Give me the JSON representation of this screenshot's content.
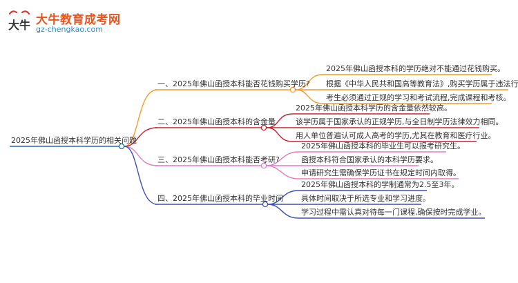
{
  "brand": {
    "title": "大牛教育成考网",
    "url": "gz-chengkao.com",
    "mark_text": "大牛",
    "colors": {
      "title": "#e8551f",
      "url": "#2a86c9",
      "mark": "#333333",
      "mark_accent": "#e23b3b"
    }
  },
  "root": {
    "label": "2025年佛山函授本科学历的相关问题",
    "color": "#1e6fa8"
  },
  "branches": [
    {
      "label": "一、2025年佛山函授本科能否花钱购买学历?",
      "color": "#f39a2a",
      "leaves": [
        "2025年佛山函授本科的学历绝对不能通过花钱购买。",
        "根据《中华人民共和国高等教育法》,购买学历属于违法行为。",
        "考生必须通过正规的学习和考试流程,完成课程和考核。"
      ]
    },
    {
      "label": "二、2025年佛山函授本科的含金量",
      "color": "#c8202e",
      "leaves": [
        "2025年佛山函授本科学历的含金量依然较高。",
        "该学历属于国家承认的正规学历,与全日制学历法律效力相同。",
        "用人单位普遍认可成人高考的学历,尤其在教育和医疗行业。"
      ]
    },
    {
      "label": "三、2025年佛山函授本科能否考研?",
      "color": "#e27bc6",
      "leaves": [
        "2025年佛山函授本科的毕业生可以报考研究生。",
        "函授本科符合国家承认的本科学历要求。",
        "申请研究生需确保学历证书在规定时间内取得。"
      ]
    },
    {
      "label": "四、2025年佛山函授本科的毕业时间",
      "color": "#3c4fb7",
      "leaves": [
        "2025年佛山函授本科的学制通常为2.5至3年。",
        "具体时间取决于所选专业和学习进度。",
        "学习过程中需认真对待每一门课程,确保按时完成学业。"
      ]
    }
  ]
}
